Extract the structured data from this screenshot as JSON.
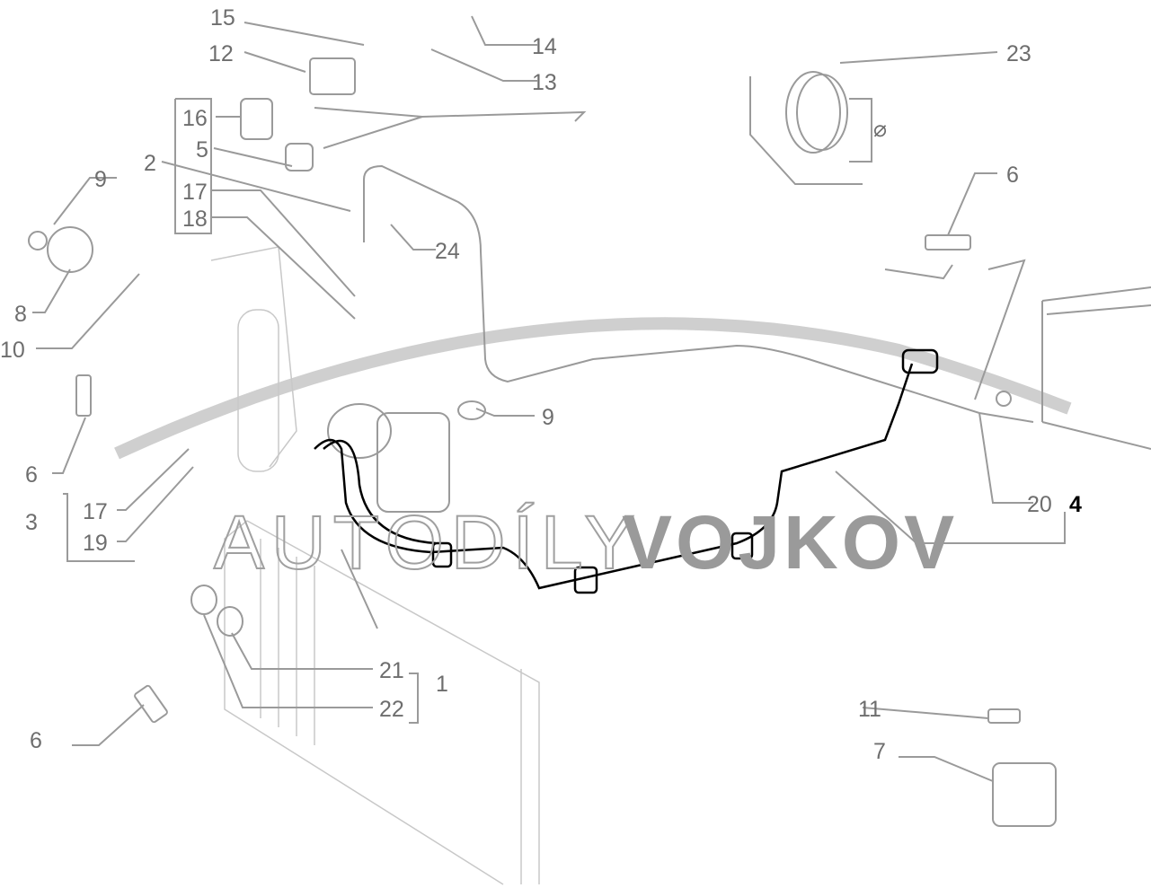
{
  "diagram": {
    "watermark_light": "AUTODÍLY",
    "watermark_bold": "VOJKOV",
    "highlighted_part": "4",
    "callouts": {
      "c15": "15",
      "c12": "12",
      "c14": "14",
      "c13": "13",
      "c23": "23",
      "c16": "16",
      "c5": "5",
      "c2": "2",
      "c9a": "9",
      "c17a": "17",
      "c18": "18",
      "c24": "24",
      "c6a": "6",
      "c8": "8",
      "c10": "10",
      "c9b": "9",
      "c6b": "6",
      "c17b": "17",
      "c3": "3",
      "c19": "19",
      "c20": "20",
      "c4": "4",
      "c21": "21",
      "c1": "1",
      "c22": "22",
      "c11": "11",
      "c7": "7",
      "c6c": "6",
      "diameter": "⌀"
    }
  }
}
